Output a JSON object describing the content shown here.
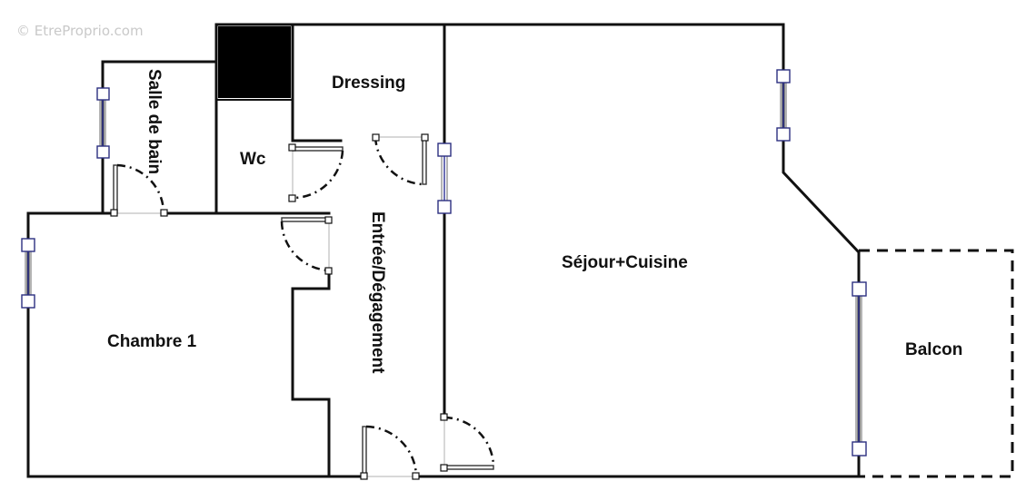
{
  "watermark": "© EtreProprio.com",
  "rooms": {
    "salle_de_bain": "Salle de bain",
    "dressing": "Dressing",
    "wc": "Wc",
    "chambre": "Chambre 1",
    "entree": "Entrée/Dégagement",
    "sejour": "Séjour+Cuisine",
    "balcon": "Balcon"
  },
  "colors": {
    "wall": "#111111",
    "window": "#3a3f9a",
    "shaft": "#000000",
    "background": "#ffffff"
  }
}
